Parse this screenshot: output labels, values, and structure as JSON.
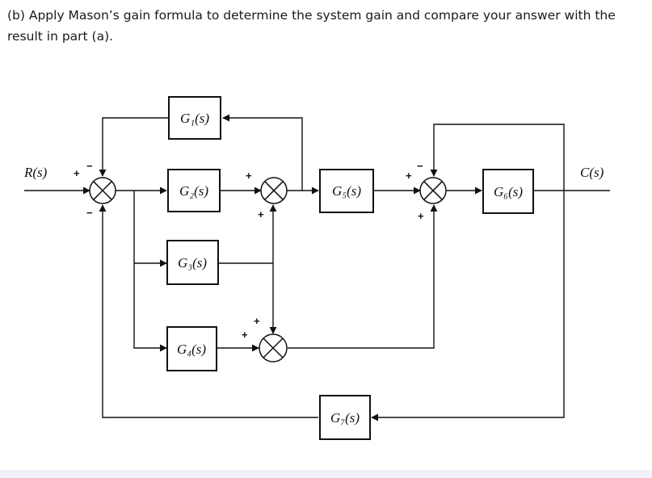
{
  "question": {
    "text": "(b) Apply Mason’s gain formula to determine the system gain and compare your answer with the result in part (a)."
  },
  "diagram": {
    "input_label": "R(s)",
    "output_label": "C(s)",
    "blocks": {
      "g1": "G₁(s)",
      "g2": "G₂(s)",
      "g3": "G₃(s)",
      "g4": "G₄(s)",
      "g5": "G₅(s)",
      "g6": "G₆(s)",
      "g7": "G₇(s)"
    },
    "signs": {
      "s1_left": "+",
      "s1_top": "−",
      "s1_bottom": "−",
      "s2_left": "+",
      "s2_bottom": "+",
      "s3_left": "+",
      "s3_top": "−",
      "s3_bottom": "+",
      "s4_top": "+",
      "s4_left": "+"
    }
  }
}
